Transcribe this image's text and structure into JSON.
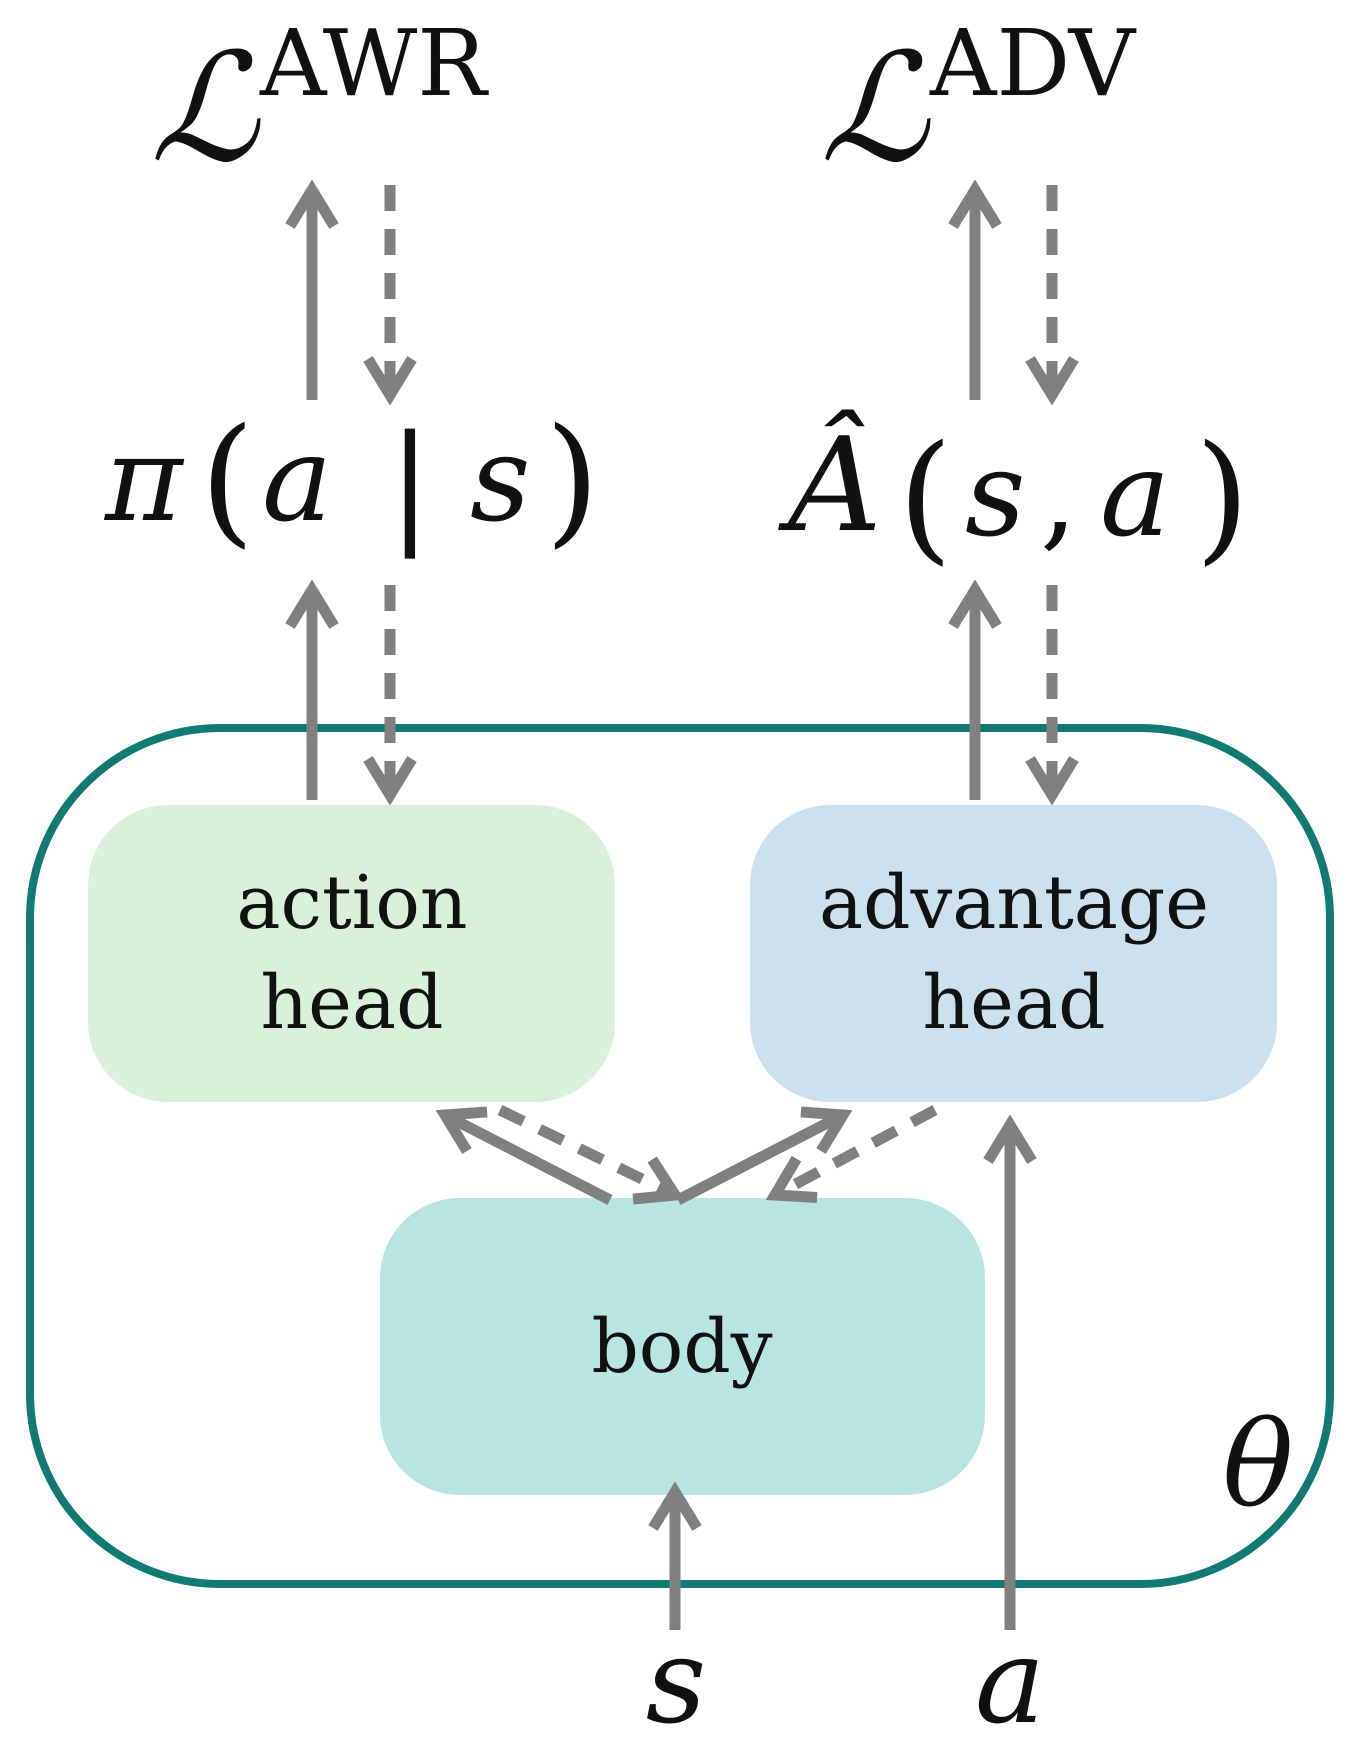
{
  "colors": {
    "arrow": "#808080",
    "container_border": "#117a73",
    "action_head_fill": "#dbf0db",
    "advantage_head_fill": "#cde0ee",
    "body_fill": "#b8e4e1",
    "text": "#111111"
  },
  "losses": {
    "awr": {
      "symbol": "ℒ",
      "superscript": "AWR"
    },
    "adv": {
      "symbol": "ℒ",
      "superscript": "ADV"
    }
  },
  "outputs": {
    "policy": {
      "fn": "π",
      "open": "(",
      "arg1": "a",
      "bar": "|",
      "arg2": "s",
      "close": ")"
    },
    "advantage": {
      "fn": "Â",
      "open": "(",
      "arg1": "s",
      "comma": ",",
      "arg2": "a",
      "close": ")"
    }
  },
  "modules": {
    "action_head": {
      "line1": "action",
      "line2": "head"
    },
    "advantage_head": {
      "line1": "advantage",
      "line2": "head"
    },
    "body": {
      "label": "body"
    }
  },
  "container": {
    "param_label": "θ"
  },
  "inputs": {
    "state": "s",
    "action": "a"
  }
}
